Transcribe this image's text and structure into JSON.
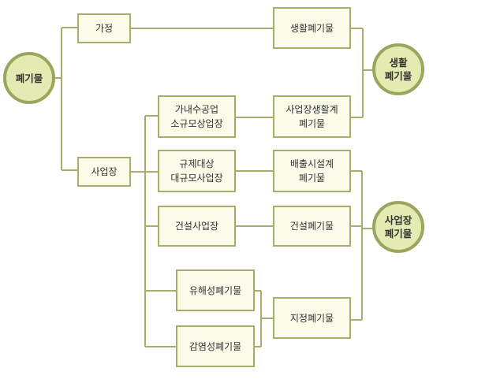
{
  "root": {
    "label": "폐기물"
  },
  "sources": {
    "household": "가정",
    "business": "사업장"
  },
  "business_types": {
    "small": "가내수공업\n소규모상업장",
    "large": "규제대상\n대규모사업장",
    "construction": "건설사업장",
    "hazardous": "유해성폐기물",
    "infectious": "감염성폐기물"
  },
  "waste_types": {
    "household_waste": "생활폐기물",
    "business_household_waste": "사업장생활계\n폐기물",
    "emission_waste": "배출시설계\n폐기물",
    "construction_waste": "건설폐기물",
    "designated_waste": "지정폐기물"
  },
  "categories": {
    "municipal": "생활\n폐기물",
    "industrial": "사업장\n폐기물"
  },
  "colors": {
    "line": "#a8ad6c",
    "box_fill": "#fbfbea",
    "box_border": "#a8ad6c",
    "circle_fill": "#e3ebb2",
    "circle_border": "#9aa55d"
  }
}
